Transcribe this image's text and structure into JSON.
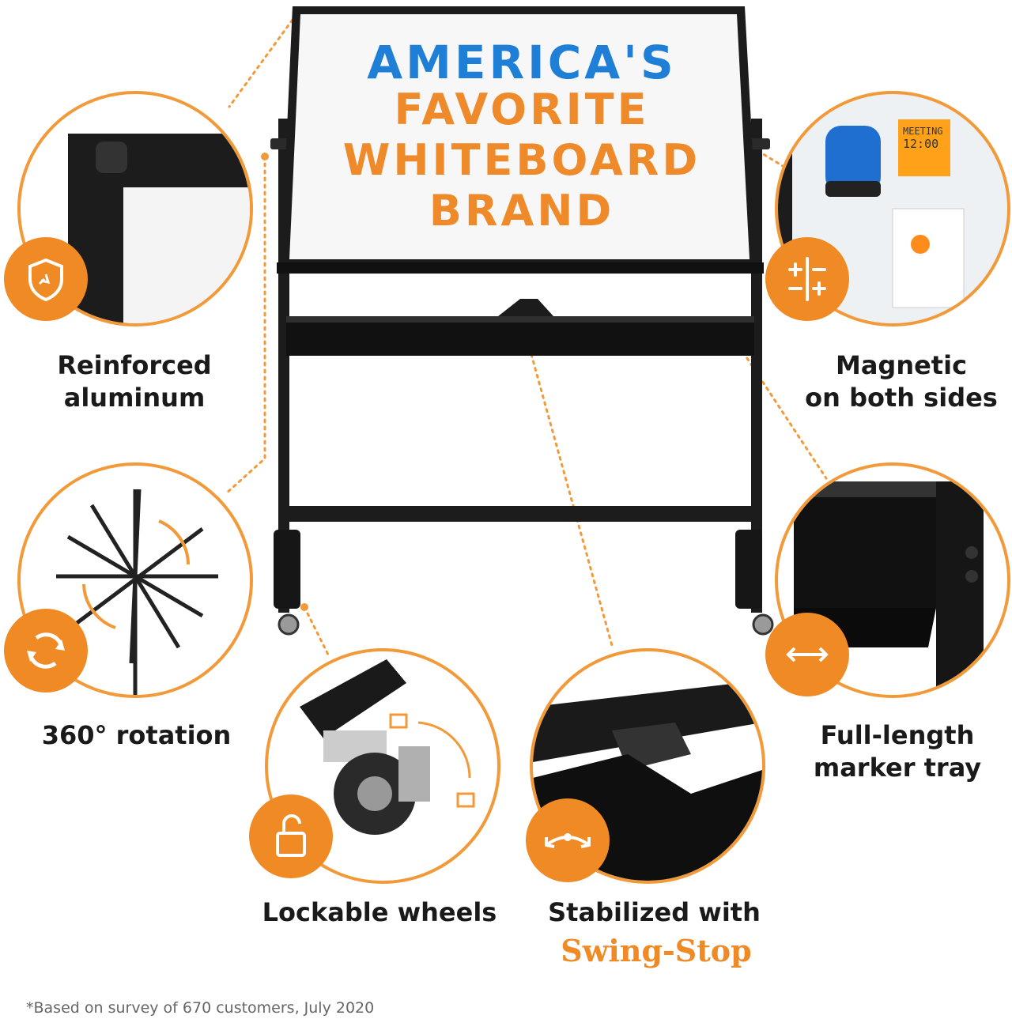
{
  "board": {
    "line1": "AMERICA'S",
    "line2": "FAVORITE",
    "line3": "WHITEBOARD",
    "line4": "BRAND"
  },
  "features": {
    "reinforced": {
      "label": "Reinforced aluminum",
      "line1": "Reinforced",
      "line2": "aluminum",
      "icon": "shield-icon"
    },
    "magnetic": {
      "label": "Magnetic on both sides",
      "line1": "Magnetic",
      "line2": "on both sides",
      "icon": "plus-minus-icon"
    },
    "rotation": {
      "label": "360° rotation",
      "icon": "rotate-icon"
    },
    "tray": {
      "label": "Full-length marker tray",
      "line1": "Full-length",
      "line2": "marker tray",
      "icon": "double-arrow-icon"
    },
    "wheels": {
      "label": "Lockable wheels",
      "icon": "unlock-icon"
    },
    "stabilized": {
      "label": "Stabilized with",
      "brand": "Swing-Stop",
      "icon": "swing-arrow-icon"
    }
  },
  "sticky_note": {
    "line1": "MEETING",
    "line2": "12:00"
  },
  "footnote": "*Based on survey of 670 customers, July 2020",
  "colors": {
    "accent": "#f08a24",
    "blue_marker": "#1f7fd6",
    "orange_marker": "#ee8a2a",
    "frame": "#1c1c1c"
  }
}
